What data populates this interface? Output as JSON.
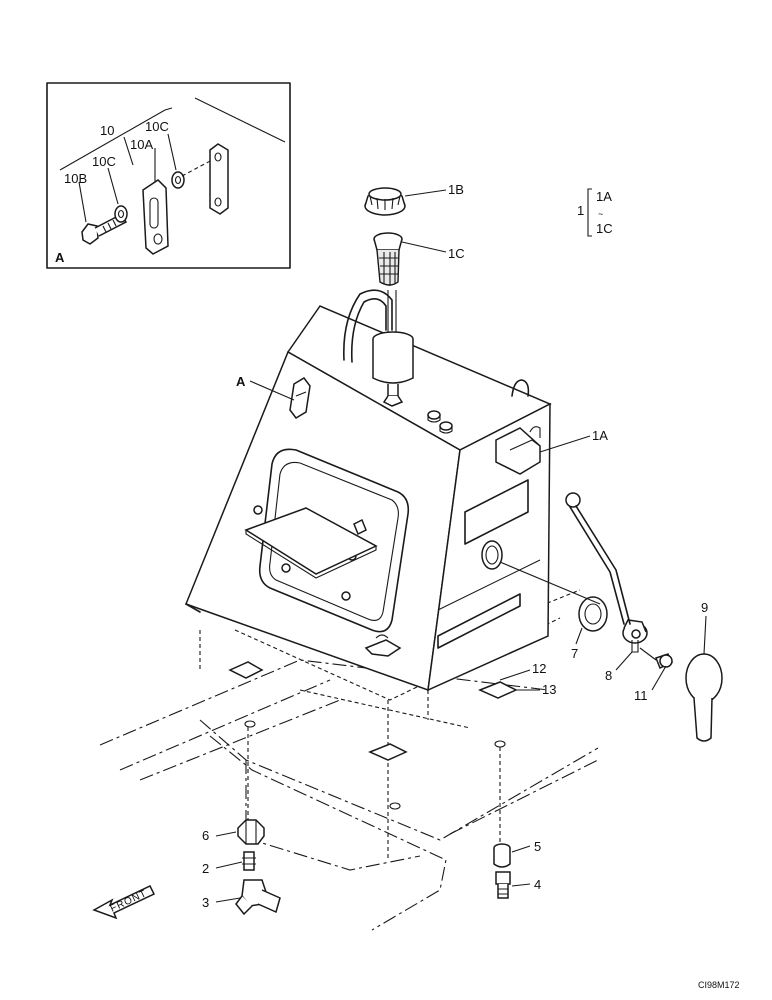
{
  "callouts": {
    "p1B": "1B",
    "p1C": "1C",
    "p1A": "1A",
    "pA_main": "A",
    "p7": "7",
    "p8": "8",
    "p9": "9",
    "p11": "11",
    "p12": "12",
    "p13": "13",
    "p6": "6",
    "p2": "2",
    "p3": "3",
    "p4": "4",
    "p5": "5"
  },
  "group_legend": {
    "parent": "1",
    "first": "1A",
    "range": "~",
    "last": "1C"
  },
  "inset": {
    "view_label": "A",
    "p10": "10",
    "p10A": "10A",
    "p10B": "10B",
    "p10C_upper": "10C",
    "p10C_lower": "10C"
  },
  "front_arrow_text": "FRONT",
  "drawing_code": "CI98M172"
}
